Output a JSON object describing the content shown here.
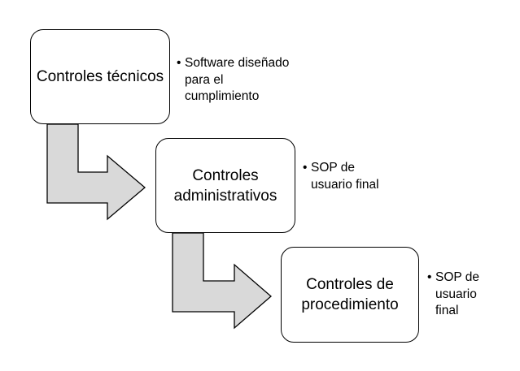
{
  "diagram": {
    "colors": {
      "arrow_fill": "#d9d9d9",
      "stroke": "#000000",
      "box_fill": "#ffffff"
    },
    "steps": [
      {
        "label": "Controles técnicos",
        "bullets": [
          "Software diseñado para el cumplimiento"
        ]
      },
      {
        "label": "Controles administrativos",
        "bullets": [
          "SOP de usuario final"
        ]
      },
      {
        "label": "Controles de procedimiento",
        "bullets": [
          "SOP de usuario final"
        ]
      }
    ]
  }
}
